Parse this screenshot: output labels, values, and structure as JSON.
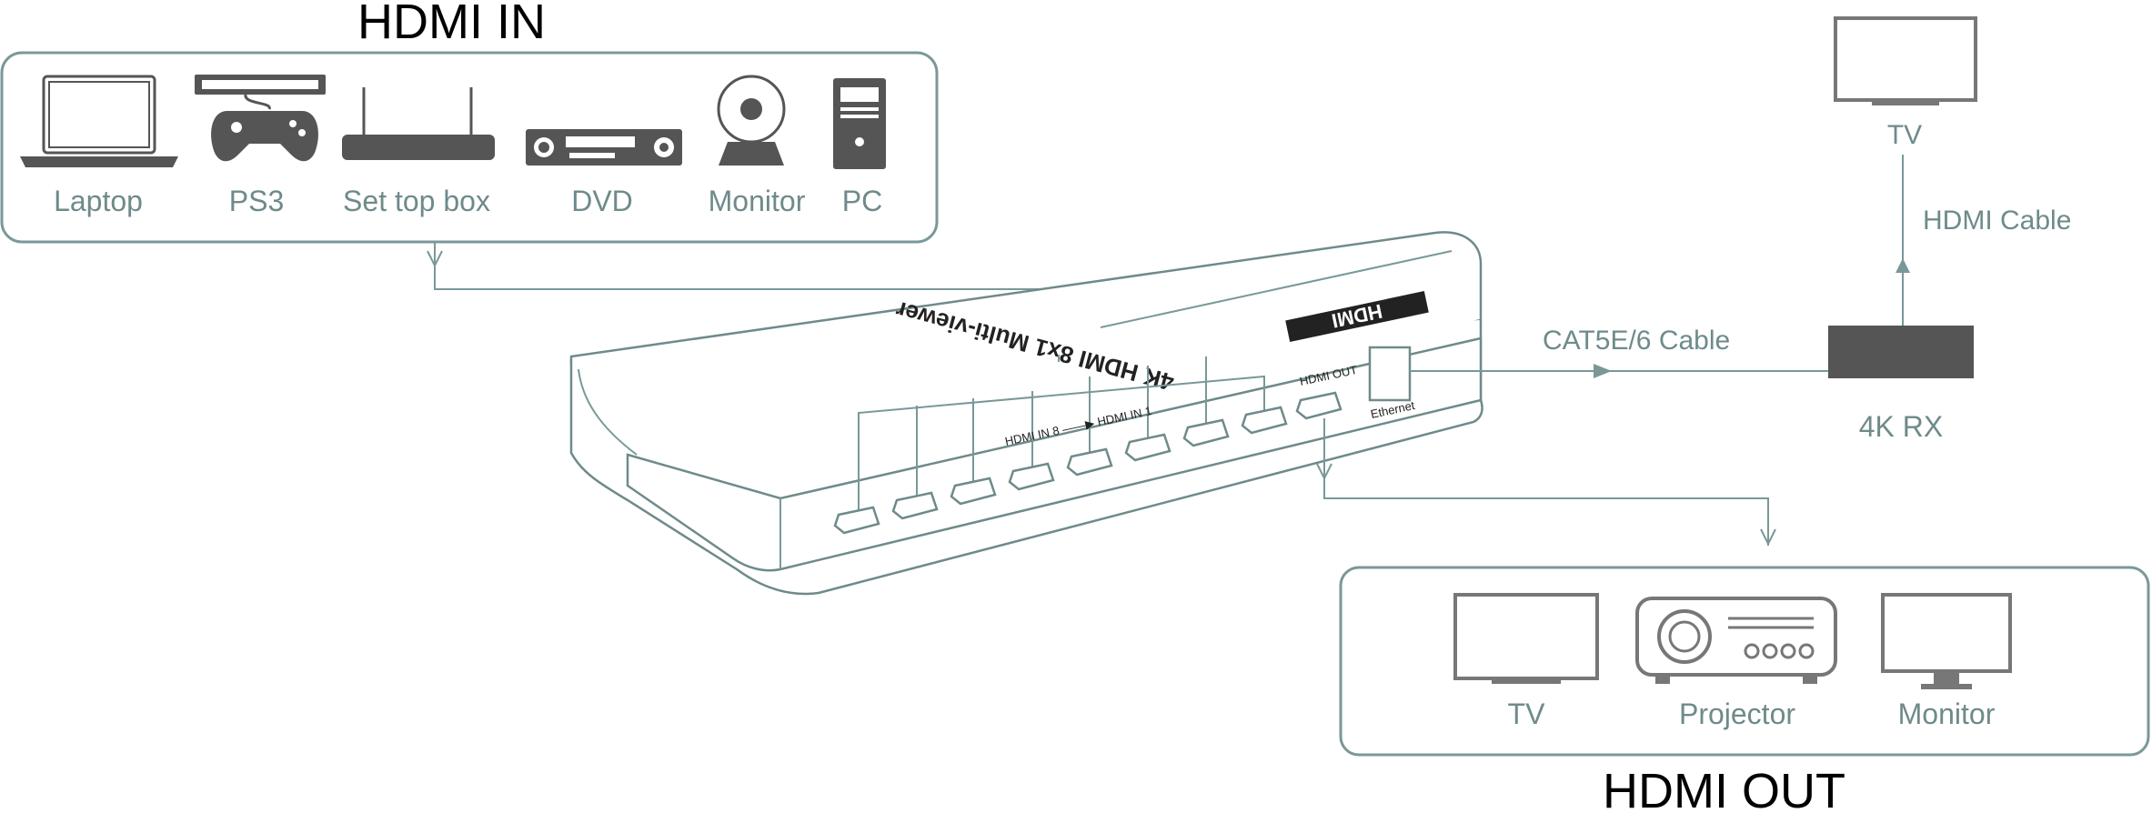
{
  "hdmi_in_title": "HDMI IN",
  "hdmi_out_title": "HDMI OUT",
  "sources": [
    {
      "label": "Laptop",
      "icon": "laptop-icon"
    },
    {
      "label": "PS3",
      "icon": "gamepad-icon"
    },
    {
      "label": "Set top box",
      "icon": "set-top-box-icon"
    },
    {
      "label": "DVD",
      "icon": "dvd-player-icon"
    },
    {
      "label": "Monitor",
      "icon": "webcam-monitor-icon"
    },
    {
      "label": "PC",
      "icon": "pc-tower-icon"
    }
  ],
  "outputs": [
    {
      "label": "TV",
      "icon": "tv-icon"
    },
    {
      "label": "Projector",
      "icon": "projector-icon"
    },
    {
      "label": "Monitor",
      "icon": "monitor-icon"
    }
  ],
  "device": {
    "name": "4K HDMI 8x1 Multi-viewer",
    "port_range_label": "HDMI IN 8 ——▶ HDMI IN 1",
    "hdmi_out_port": "HDMI OUT",
    "ethernet_port": "Ethernet",
    "logo": "HDMI"
  },
  "cat_cable": "CAT5E/6 Cable",
  "receiver": "4K RX",
  "hdmi_cable": "HDMI Cable",
  "remote_tv": "TV"
}
